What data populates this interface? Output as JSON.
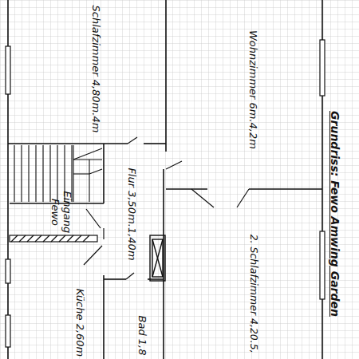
{
  "diagram": {
    "title": "Grundriss: Fewo Amwing Garden",
    "labels": [
      "Schlafzimmer 4,80m.4m",
      "Wohnzimmer 6m.4,2m",
      "Flur 3,50m.1,40m",
      "2. Schlafzimmer 4,20.5,",
      "Eingang Fewo",
      "Küche 2,60m",
      "Bad 1,8"
    ]
  }
}
